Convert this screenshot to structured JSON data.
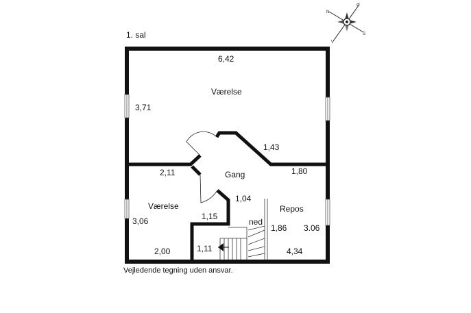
{
  "floor_label": "1. sal",
  "disclaimer": "Vejledende tegning uden ansvar.",
  "compass": {
    "n": "N",
    "s": "S",
    "v": "V",
    "o": "Ø"
  },
  "rooms": {
    "top_room": "Værelse",
    "hall": "Gang",
    "bottom_room": "Værelse",
    "landing": "Repos"
  },
  "stair_label": "ned",
  "dimensions": {
    "top_width": "6,42",
    "top_height": "3,71",
    "diag": "1,43",
    "left_wall": "2,11",
    "right_wall": "1,80",
    "hall_wall": "1,04",
    "bottom_height": "3,06",
    "hall_bottom": "1,15",
    "landing_inner": "1,86",
    "landing_height": "3.06",
    "bottom_width": "2,00",
    "stair_width": "1,11",
    "landing_width": "4,34"
  }
}
